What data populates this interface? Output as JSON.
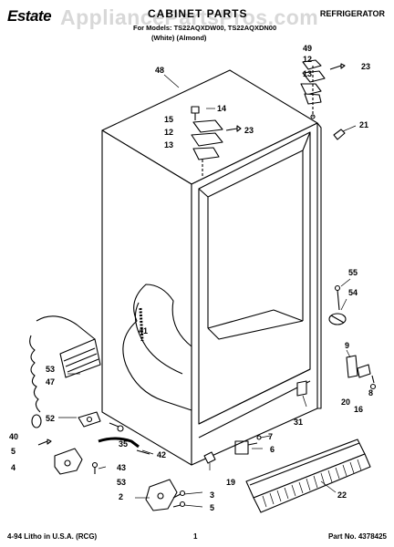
{
  "header": {
    "brand": "Estate",
    "watermark": "AppliancePartsPros.com",
    "title": "CABINET PARTS",
    "category": "REFRIGERATOR",
    "models": "For Models: TS22AQXDW00, TS22AQXDN00",
    "colors": "(White)     (Almond)"
  },
  "callouts": {
    "c48": "48",
    "c49": "49",
    "c12a": "12",
    "c13a": "13",
    "c23a": "23",
    "c14": "14",
    "c15": "15",
    "c12b": "12",
    "c13b": "13",
    "c23b": "23",
    "c21": "21",
    "c55": "55",
    "c54": "54",
    "c41": "41",
    "c53a": "53",
    "c47": "47",
    "c52": "52",
    "c9": "9",
    "c20": "20",
    "c16": "16",
    "c8": "8",
    "c31": "31",
    "c40": "40",
    "c35": "35",
    "c5a": "5",
    "c42": "42",
    "c7": "7",
    "c6": "6",
    "c4": "4",
    "c43": "43",
    "c53b": "53",
    "c19": "19",
    "c22": "22",
    "c2": "2",
    "c3": "3",
    "c5b": "5"
  },
  "footer": {
    "litho": "4-94 Litho in U.S.A. (RCG)",
    "page": "1",
    "part_no": "Part No. 4378425"
  }
}
